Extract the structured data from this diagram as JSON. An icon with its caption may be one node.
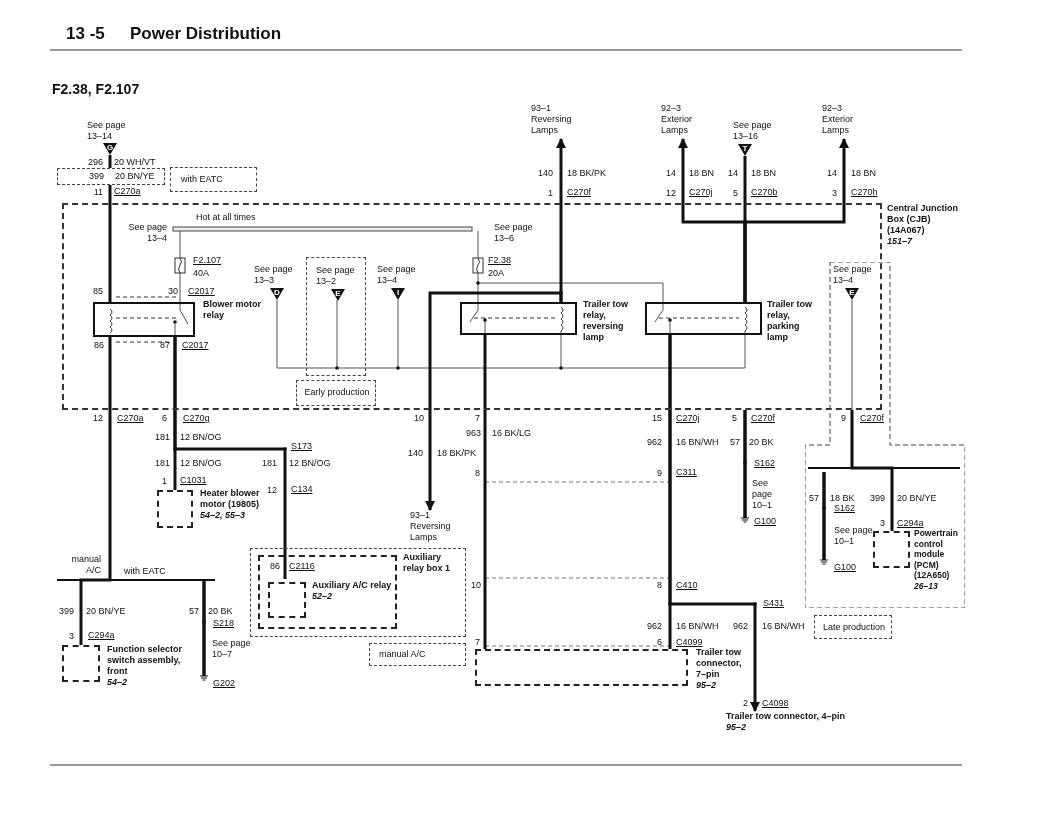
{
  "diagram": {
    "title": "Power Distribution",
    "nodes": [
      {
        "text": [
          "Central Junction Box (CJB) (14A067)",
          "151–7"
        ]
      },
      {
        "text": [
          "Blower motor relay"
        ],
        "in": 0
      },
      {
        "text": [
          "Trailer tow relay, reversing lamp"
        ],
        "in": 0
      },
      {
        "text": [
          "Trailer tow relay, parking lamp"
        ],
        "in": 0
      },
      {
        "text": [
          "See page 13–2",
          "E"
        ],
        "in": 0
      },
      {
        "text": [
          "Early production"
        ],
        "in": 0
      },
      {
        "text": [
          "See page 13–4",
          "E"
        ]
      },
      {
        "text": [
          "Late production"
        ]
      },
      {
        "text": [
          "Heater blower motor (19805)",
          "54–2, 55–3"
        ]
      },
      {
        "text": [
          "Auxiliary relay box 1"
        ]
      },
      {
        "text": [
          "Auxiliary A/C relay",
          "52–2"
        ],
        "in": 9
      },
      {
        "text": [],
        "shape": "box",
        "in": 10
      },
      {
        "text": [
          "manual A/C"
        ]
      },
      {
        "text": [
          "with EATC"
        ]
      },
      {
        "text": [
          "399",
          "20 BN/YE"
        ]
      },
      {
        "text": [
          "Function selector switch assembly, front",
          "54–2"
        ]
      },
      {
        "text": [
          "Powertrain control module (PCM) (12A650)",
          "26–13"
        ],
        "in": 6
      },
      {
        "text": [
          "Trailer tow connector, 7–pin",
          "95–2"
        ]
      },
      {
        "text": [
          "Trailer tow connector, 4–pin",
          "95–2"
        ]
      },
      {
        "text": [
          "93–1",
          "Reversing Lamps"
        ]
      },
      {
        "text": [
          "92–3",
          "Exterior Lamps"
        ]
      },
      {
        "text": [
          "See page 13–16",
          "T"
        ]
      },
      {
        "text": [
          "92–3",
          "Exterior Lamps"
        ]
      },
      {
        "text": [
          "See page 13–14",
          "G"
        ]
      },
      {
        "text": [
          "93–1",
          "Reversing Lamps"
        ]
      }
    ],
    "edges": [
      {
        "from": 2,
        "to": 19,
        "arrow": "to"
      },
      {
        "from": 3,
        "to": 20,
        "arrow": "to"
      },
      {
        "from": 21,
        "to": 3,
        "arrow": "none"
      },
      {
        "from": 3,
        "to": 22,
        "arrow": "to"
      },
      {
        "from": 23,
        "to": 14,
        "arrow": "none"
      },
      {
        "from": 14,
        "to": 1,
        "arrow": "none"
      },
      {
        "from": 1,
        "to": 8,
        "arrow": "none"
      },
      {
        "from": 1,
        "to": 11,
        "arrow": "none"
      },
      {
        "from": 1,
        "to": 15,
        "arrow": "none"
      },
      {
        "from": 2,
        "to": 24,
        "arrow": "to"
      },
      {
        "from": 2,
        "to": 17,
        "arrow": "none"
      },
      {
        "from": 3,
        "to": 17,
        "arrow": "none"
      },
      {
        "from": 3,
        "to": 18,
        "arrow": "to"
      },
      {
        "from": 0,
        "to": 16,
        "arrow": "none"
      }
    ],
    "labels": [
      "13 -5",
      "F2.38, F2.107",
      "296",
      "20 WH/VT",
      "11",
      "C270a",
      "140",
      "18 BK/PK",
      "1",
      "C270f",
      "14",
      "18 BN",
      "12",
      "C270j",
      "14",
      "18 BN",
      "5",
      "C270b",
      "14",
      "18 BN",
      "3",
      "C270h",
      "Hot at all times",
      "See page 13–4",
      "See page 13–6",
      "F2.107",
      "40A",
      "F2.38",
      "20A",
      "See page 13–3",
      "See page 13–4",
      "85",
      "30",
      "C2017",
      "D",
      "I",
      "86",
      "87",
      "C2017",
      "12",
      "C270a",
      "6",
      "C270g",
      "10",
      "7",
      "15",
      "C270j",
      "5",
      "C270f",
      "9",
      "C270f",
      "181",
      "12 BN/OG",
      "S173",
      "181",
      "12 BN/OG",
      "181",
      "12 BN/OG",
      "1",
      "C1031",
      "12",
      "C134",
      "963",
      "16 BK/LG",
      "140",
      "18 BK/PK",
      "8",
      "962",
      "16 BN/WH",
      "57",
      "20 BK",
      "9",
      "C311",
      "S162",
      "See page 10–1",
      "G100",
      "57",
      "18 BK",
      "399",
      "20 BN/YE",
      "S162",
      "3",
      "C294a",
      "See page 10–1",
      "G100",
      "manual A/C",
      "with EATC",
      "86",
      "C2116",
      "399",
      "20 BN/YE",
      "57",
      "20 BK",
      "3",
      "C294a",
      "S218",
      "See page 10–7",
      "G202",
      "10",
      "8",
      "C410",
      "S431",
      "962",
      "16 BN/WH",
      "962",
      "16 BN/WH",
      "7",
      "6",
      "C4099",
      "2",
      "C4098"
    ]
  }
}
